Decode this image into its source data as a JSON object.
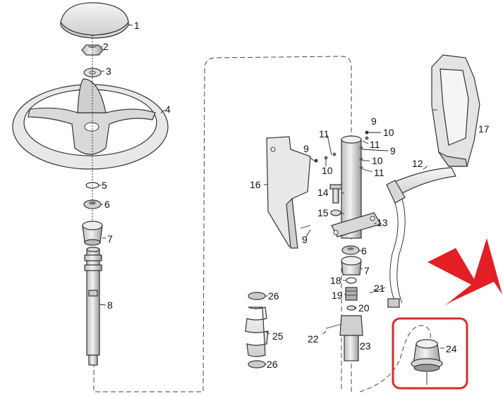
{
  "labels": {
    "p1": "1",
    "p2": "2",
    "p3": "3",
    "p4": "4",
    "p5": "5",
    "p6a": "6",
    "p7a": "7",
    "p8": "8",
    "p9a": "9",
    "p9b": "9",
    "p9c": "9",
    "p9d": "9",
    "p10a": "10",
    "p10b": "10",
    "p10c": "10",
    "p11a": "11",
    "p11b": "11",
    "p11c": "11",
    "p12": "12",
    "p13": "13",
    "p14": "14",
    "p15": "15",
    "p16": "16",
    "p17": "17",
    "p6b": "6",
    "p7b": "7",
    "p18": "18",
    "p19": "19",
    "p20": "20",
    "p21": "21",
    "p22": "22",
    "p23": "23",
    "p24": "24",
    "p25": "25",
    "p26a": "26",
    "p26b": "26"
  },
  "colors": {
    "highlight_arrow": "#e31e24",
    "highlight_box": "#d32f2f",
    "part_fill": "#e6e6e6",
    "part_shade": "#c8c8c8"
  },
  "icons": {
    "callout": "down-left-arrow-icon"
  }
}
